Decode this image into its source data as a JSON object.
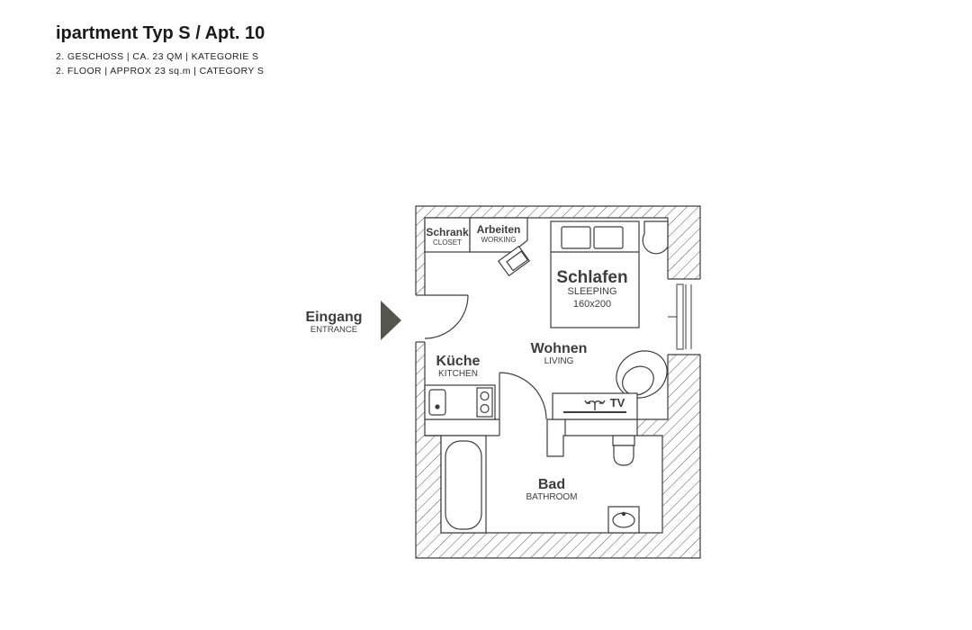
{
  "header": {
    "title": "ipartment Typ S / Apt. 10",
    "line_de": "2. GESCHOSS | CA. 23 QM | KATEGORIE S",
    "line_en": "2. FLOOR | APPROX 23 sq.m | CATEGORY S"
  },
  "entrance": {
    "label_de": "Eingang",
    "label_en": "ENTRANCE"
  },
  "rooms": {
    "closet": {
      "label_de": "Schrank",
      "label_en": "CLOSET"
    },
    "working": {
      "label_de": "Arbeiten",
      "label_en": "WORKING"
    },
    "sleeping": {
      "label_de": "Schlafen",
      "label_en": "SLEEPING",
      "bed_size": "160x200"
    },
    "living": {
      "label_de": "Wohnen",
      "label_en": "LIVING"
    },
    "kitchen": {
      "label_de": "Küche",
      "label_en": "KITCHEN"
    },
    "tv": {
      "label": "TV"
    },
    "bathroom": {
      "label_de": "Bad",
      "label_en": "BATHROOM"
    }
  },
  "colors": {
    "lines": "#3d3d3d",
    "arrow": "#555550"
  }
}
